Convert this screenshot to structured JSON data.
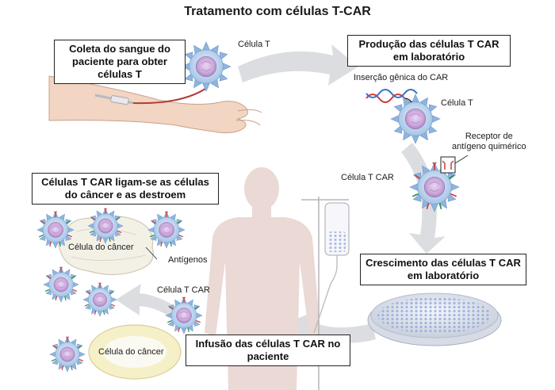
{
  "title": "Tratamento com células T-CAR",
  "steps": {
    "collect": "Coleta do sangue do paciente para obter células T",
    "produce": "Produção das células T CAR em laboratório",
    "grow": "Crescimento das células T CAR em laboratório",
    "infuse": "Infusão das células T CAR no paciente",
    "kill": "Células T CAR ligam-se as células do câncer e as destroem"
  },
  "labels": {
    "t_cell_top": "Célula T",
    "gene_insertion": "Inserção gênica do CAR",
    "t_cell_right": "Célula T",
    "car_receptor_line1": "Receptor de",
    "car_receptor_line2": "antígeno quimérico",
    "car_t_right": "Célula T CAR",
    "cancer_cell_1": "Célula do câncer",
    "antigens": "Antígenos",
    "car_t_left": "Célula T CAR",
    "cancer_cell_2": "Célula do câncer"
  },
  "colors": {
    "arrow": "#dcdde0",
    "skin": "#f2d5c2",
    "tcell_spikes": "#a8c6e6",
    "tcell_core": "#c9a6d9",
    "cancer_cell": "#f3f0e6",
    "silhouette": "#ead9d4"
  }
}
